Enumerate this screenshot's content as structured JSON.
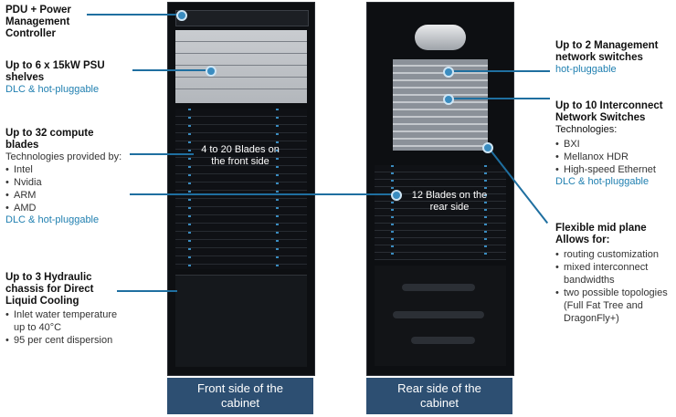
{
  "labels": {
    "pdu": {
      "title": "PDU + Power Management Controller"
    },
    "psu": {
      "title": "Up to 6 x 15kW PSU shelves",
      "note": "DLC & hot-pluggable"
    },
    "compute": {
      "title": "Up to 32 compute blades",
      "subtitle": "Technologies provided by:",
      "items": [
        "Intel",
        "Nvidia",
        "ARM",
        "AMD"
      ],
      "note": "DLC & hot-pluggable"
    },
    "hydraulic": {
      "title": "Up to 3 Hydraulic chassis for Direct Liquid Cooling",
      "items": [
        "Inlet water temperature up to 40°C",
        "95 per cent dispersion"
      ]
    },
    "mgmt": {
      "title": "Up to 2 Management network switches",
      "note": "hot-pluggable"
    },
    "interconnect": {
      "title": "Up to 10 Interconnect Network Switches",
      "subtitle": "Technologies:",
      "items": [
        "BXI",
        "Mellanox HDR",
        "High-speed  Ethernet"
      ],
      "note": "DLC & hot-pluggable"
    },
    "midplane": {
      "title": "Flexible mid plane",
      "subtitle": "Allows for:",
      "items": [
        "routing customization",
        "mixed interconnect bandwidths",
        "two possible topologies (Full Fat Tree and DragonFly+)"
      ]
    }
  },
  "overlays": {
    "front_blades": "4 to 20 Blades on the front side",
    "rear_blades": "12 Blades on the rear side"
  },
  "panels": {
    "front": "Front side of the cabinet",
    "rear": "Rear side of the cabinet"
  },
  "colors": {
    "accent": "#1f7fb0",
    "panel": "#2d4f72",
    "line": "#1f6fa0"
  }
}
